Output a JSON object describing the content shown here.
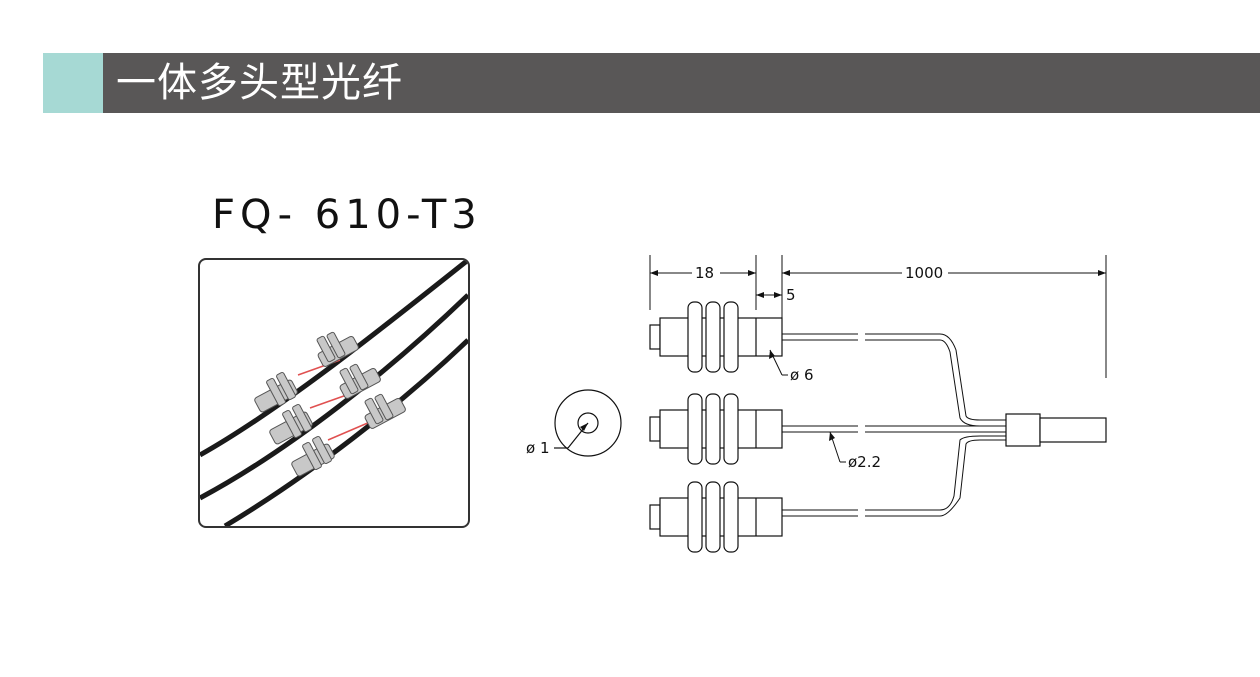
{
  "header": {
    "title": "一体多头型光纤",
    "bar_color": "#595757",
    "accent_color": "#a6d9d4"
  },
  "product": {
    "model": "FQ- 610-T3"
  },
  "drawing": {
    "dim_length_head": "18",
    "dim_gap": "5",
    "dim_cable_length": "1000",
    "dim_head_diameter": "ø 6",
    "dim_cable_diameter": "ø2.2",
    "dim_fiber_diameter": "ø 1"
  }
}
